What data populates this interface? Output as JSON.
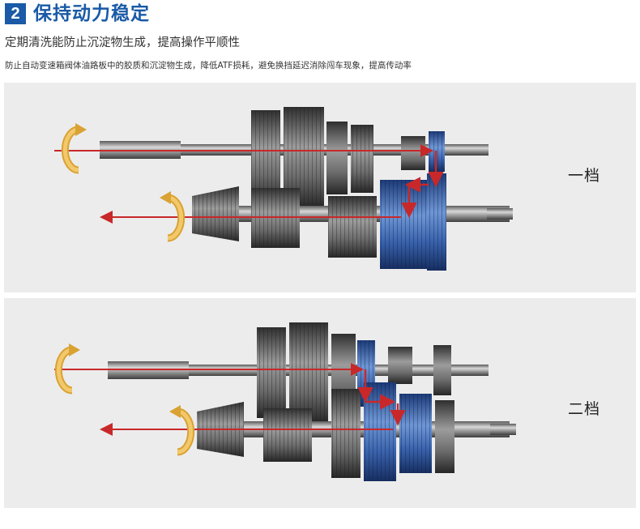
{
  "header": {
    "number": "2",
    "title": "保持动力稳定"
  },
  "subtitle": "定期清洗能防止沉淀物生成，提高操作平顺性",
  "description": "防止自动变速箱阀体油路板中的胶质和沉淀物生成，降低ATF损耗，避免换挡延迟消除闯车现象，提高传动率",
  "panels": [
    {
      "gear_label": "一档"
    },
    {
      "gear_label": "二档"
    }
  ],
  "colors": {
    "accent": "#1a5aa6",
    "arrow": "#c8282a",
    "rotation_arrow_fill": "#f2c86a",
    "rotation_arrow_edge": "#d9a233",
    "panel_bg": "#ececec"
  }
}
